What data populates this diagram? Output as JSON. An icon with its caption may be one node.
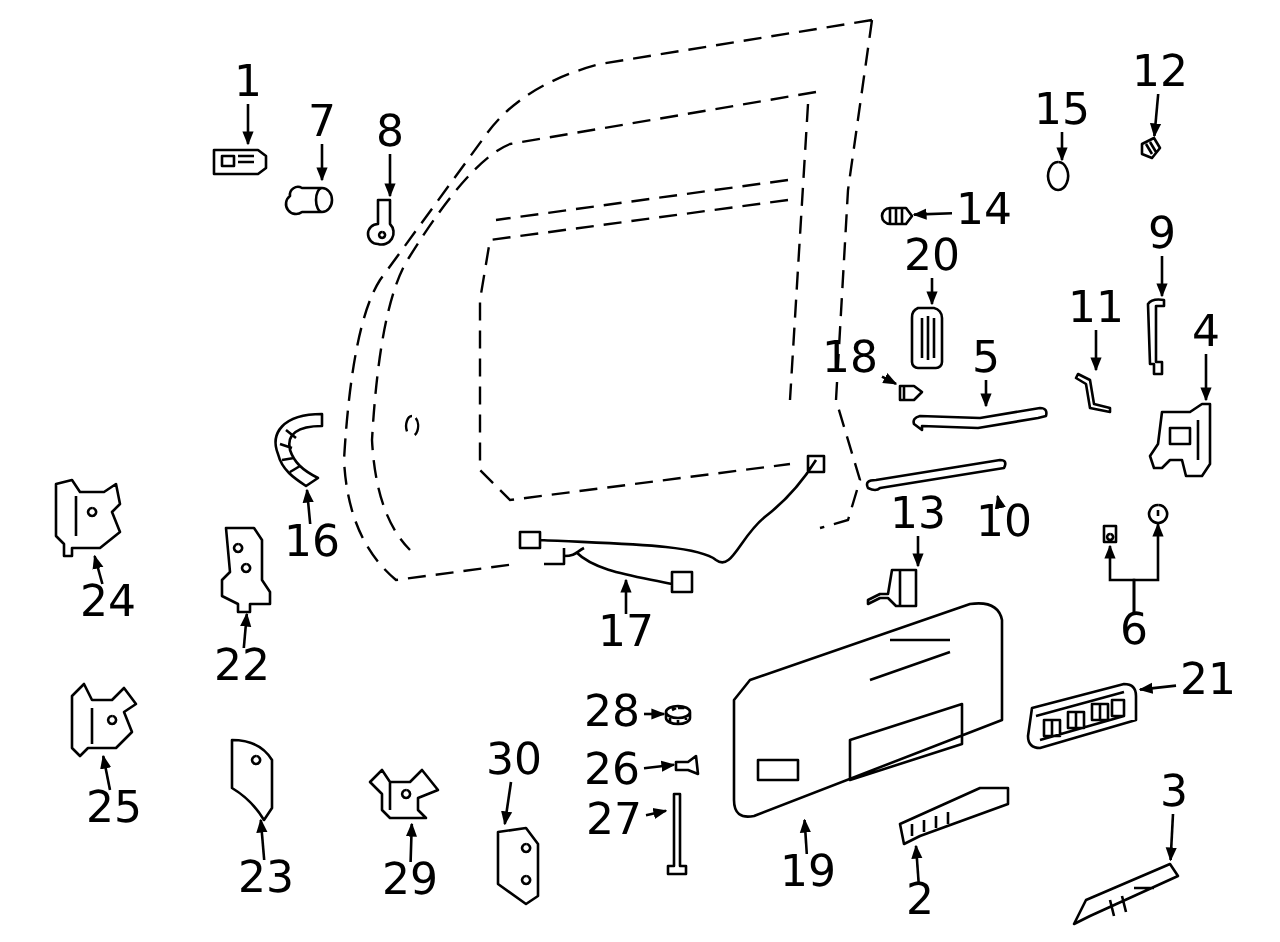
{
  "diagram": {
    "nodes": [
      {
        "text": [
          "1"
        ]
      },
      {
        "text": [],
        "shape": "picture"
      },
      {
        "text": [
          "7"
        ]
      },
      {
        "text": [],
        "shape": "picture"
      },
      {
        "text": [
          "8"
        ]
      },
      {
        "text": [],
        "shape": "picture"
      },
      {
        "text": [
          "15"
        ]
      },
      {
        "text": [],
        "shape": "picture"
      },
      {
        "text": [
          "12"
        ]
      },
      {
        "text": [],
        "shape": "picture"
      },
      {
        "text": [
          "14"
        ]
      },
      {
        "text": [],
        "shape": "picture"
      },
      {
        "text": [
          "20"
        ]
      },
      {
        "text": [],
        "shape": "picture"
      },
      {
        "text": [
          "9"
        ]
      },
      {
        "text": [],
        "shape": "picture"
      },
      {
        "text": [
          "11"
        ]
      },
      {
        "text": [],
        "shape": "picture"
      },
      {
        "text": [
          "4"
        ]
      },
      {
        "text": [],
        "shape": "picture"
      },
      {
        "text": [
          "18"
        ]
      },
      {
        "text": [],
        "shape": "picture"
      },
      {
        "text": [
          "5"
        ]
      },
      {
        "text": [],
        "shape": "picture"
      },
      {
        "text": [
          "16"
        ]
      },
      {
        "text": [],
        "shape": "picture"
      },
      {
        "text": [
          "24"
        ]
      },
      {
        "text": [],
        "shape": "picture"
      },
      {
        "text": [
          "22"
        ]
      },
      {
        "text": [],
        "shape": "picture"
      },
      {
        "text": [
          "17"
        ]
      },
      {
        "text": [],
        "shape": "picture"
      },
      {
        "text": [
          "10"
        ]
      },
      {
        "text": [],
        "shape": "picture"
      },
      {
        "text": [
          "13"
        ]
      },
      {
        "text": [],
        "shape": "picture"
      },
      {
        "text": [
          "6"
        ]
      },
      {
        "text": [],
        "shape": "picture"
      },
      {
        "text": [],
        "shape": "picture"
      },
      {
        "text": [
          "28"
        ]
      },
      {
        "text": [],
        "shape": "picture"
      },
      {
        "text": [
          "21"
        ]
      },
      {
        "text": [],
        "shape": "picture"
      },
      {
        "text": [
          "26"
        ]
      },
      {
        "text": [],
        "shape": "picture"
      },
      {
        "text": [
          "25"
        ]
      },
      {
        "text": [],
        "shape": "picture"
      },
      {
        "text": [
          "19"
        ]
      },
      {
        "text": [],
        "shape": "picture"
      },
      {
        "text": [
          "27"
        ]
      },
      {
        "text": [],
        "shape": "picture"
      },
      {
        "text": [
          "30"
        ]
      },
      {
        "text": [],
        "shape": "picture"
      },
      {
        "text": [
          "3"
        ]
      },
      {
        "text": [],
        "shape": "picture"
      },
      {
        "text": [
          "23"
        ]
      },
      {
        "text": [],
        "shape": "picture"
      },
      {
        "text": [
          "29"
        ]
      },
      {
        "text": [],
        "shape": "picture"
      },
      {
        "text": [
          "2"
        ]
      },
      {
        "text": [],
        "shape": "picture"
      }
    ],
    "edges": [
      {
        "from": 0,
        "to": 1,
        "arrow": "to"
      },
      {
        "from": 2,
        "to": 3,
        "arrow": "to"
      },
      {
        "from": 4,
        "to": 5,
        "arrow": "to"
      },
      {
        "from": 6,
        "to": 7,
        "arrow": "to"
      },
      {
        "from": 8,
        "to": 9,
        "arrow": "to"
      },
      {
        "from": 10,
        "to": 11,
        "arrow": "to"
      },
      {
        "from": 12,
        "to": 13,
        "arrow": "to"
      },
      {
        "from": 14,
        "to": 15,
        "arrow": "to"
      },
      {
        "from": 16,
        "to": 17,
        "arrow": "to"
      },
      {
        "from": 18,
        "to": 19,
        "arrow": "to"
      },
      {
        "from": 20,
        "to": 21,
        "arrow": "to"
      },
      {
        "from": 22,
        "to": 23,
        "arrow": "to"
      },
      {
        "from": 24,
        "to": 25,
        "arrow": "to"
      },
      {
        "from": 26,
        "to": 27,
        "arrow": "to"
      },
      {
        "from": 28,
        "to": 29,
        "arrow": "to"
      },
      {
        "from": 30,
        "to": 31,
        "arrow": "to"
      },
      {
        "from": 32,
        "to": 33,
        "arrow": "to"
      },
      {
        "from": 34,
        "to": 35,
        "arrow": "to"
      },
      {
        "from": 36,
        "to": 37,
        "arrow": "to"
      },
      {
        "from": 36,
        "to": 38,
        "arrow": "to"
      },
      {
        "from": 39,
        "to": 40,
        "arrow": "to"
      },
      {
        "from": 41,
        "to": 42,
        "arrow": "to"
      },
      {
        "from": 43,
        "to": 44,
        "arrow": "to"
      },
      {
        "from": 45,
        "to": 46,
        "arrow": "to"
      },
      {
        "from": 47,
        "to": 48,
        "arrow": "to"
      },
      {
        "from": 49,
        "to": 50,
        "arrow": "to"
      },
      {
        "from": 51,
        "to": 52,
        "arrow": "to"
      },
      {
        "from": 53,
        "to": 54,
        "arrow": "to"
      },
      {
        "from": 55,
        "to": 56,
        "arrow": "to"
      },
      {
        "from": 57,
        "to": 58,
        "arrow": "to"
      },
      {
        "from": 59,
        "to": 60,
        "arrow": "to"
      }
    ]
  }
}
